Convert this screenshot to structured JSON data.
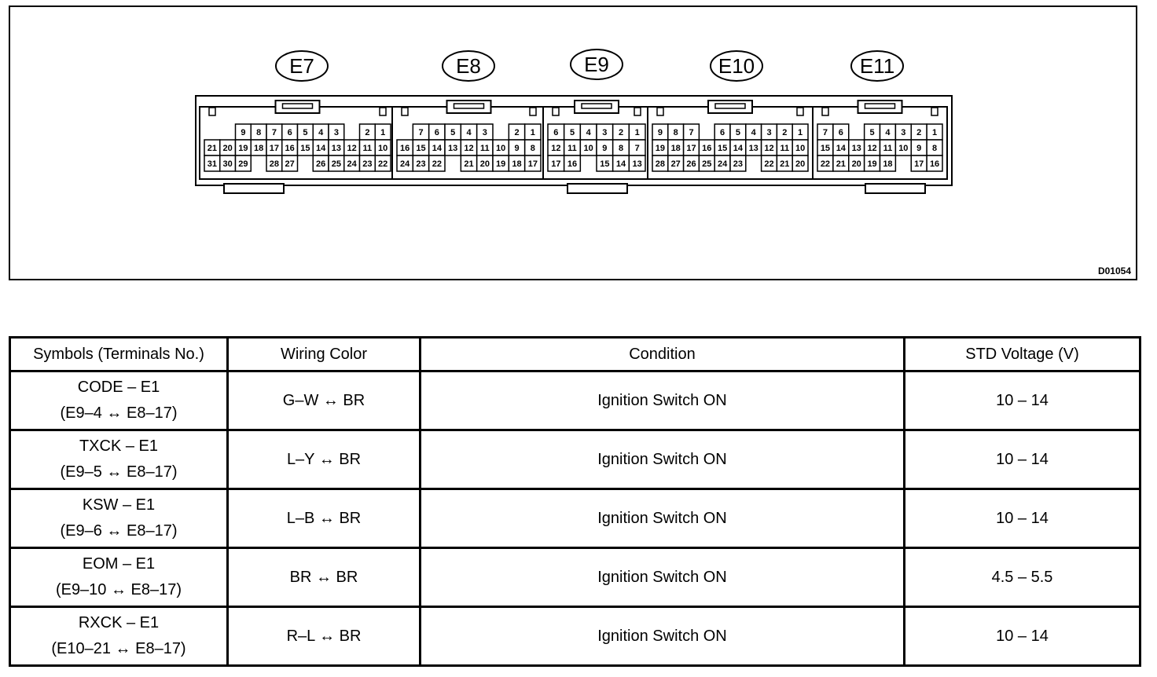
{
  "diagram": {
    "figure_code": "D01054",
    "connectors": [
      {
        "label": "E7",
        "rows": [
          [
            "9",
            "8",
            "7",
            "6",
            "5",
            "4",
            "3",
            "",
            "2",
            "1"
          ],
          [
            "21",
            "20",
            "19",
            "18",
            "17",
            "16",
            "15",
            "14",
            "13",
            "12",
            "11",
            "10"
          ],
          [
            "31",
            "30",
            "29",
            "",
            "28",
            "27",
            "",
            "26",
            "25",
            "24",
            "23",
            "22"
          ]
        ]
      },
      {
        "label": "E8",
        "rows": [
          [
            "7",
            "6",
            "5",
            "4",
            "3",
            "",
            "2",
            "1"
          ],
          [
            "16",
            "15",
            "14",
            "13",
            "12",
            "11",
            "10",
            "9",
            "8"
          ],
          [
            "24",
            "23",
            "22",
            "",
            "21",
            "20",
            "19",
            "18",
            "17"
          ]
        ]
      },
      {
        "label": "E9",
        "rows": [
          [
            "6",
            "5",
            "4",
            "3",
            "2",
            "1"
          ],
          [
            "12",
            "11",
            "10",
            "9",
            "8",
            "7"
          ],
          [
            "17",
            "16",
            "",
            "15",
            "14",
            "13"
          ]
        ]
      },
      {
        "label": "E10",
        "rows": [
          [
            "9",
            "8",
            "7",
            "",
            "6",
            "5",
            "4",
            "3",
            "2",
            "1"
          ],
          [
            "19",
            "18",
            "17",
            "16",
            "15",
            "14",
            "13",
            "12",
            "11",
            "10"
          ],
          [
            "28",
            "27",
            "26",
            "25",
            "24",
            "23",
            "",
            "22",
            "21",
            "20"
          ]
        ]
      },
      {
        "label": "E11",
        "rows": [
          [
            "7",
            "6",
            "",
            "5",
            "4",
            "3",
            "2",
            "1"
          ],
          [
            "15",
            "14",
            "13",
            "12",
            "11",
            "10",
            "9",
            "8"
          ],
          [
            "22",
            "21",
            "20",
            "19",
            "18",
            "",
            "17",
            "16"
          ]
        ]
      }
    ]
  },
  "table": {
    "headers": [
      "Symbols (Terminals No.)",
      "Wiring Color",
      "Condition",
      "STD Voltage (V)"
    ],
    "rows": [
      {
        "symbol": "CODE – E1",
        "terminals": "(E9–4 ↔ E8–17)",
        "wiring": "G–W ↔ BR",
        "condition": "Ignition Switch ON",
        "voltage": "10 – 14"
      },
      {
        "symbol": "TXCK – E1",
        "terminals": "(E9–5 ↔ E8–17)",
        "wiring": "L–Y ↔ BR",
        "condition": "Ignition Switch ON",
        "voltage": "10 – 14"
      },
      {
        "symbol": "KSW – E1",
        "terminals": "(E9–6 ↔ E8–17)",
        "wiring": "L–B ↔ BR",
        "condition": "Ignition Switch ON",
        "voltage": "10 – 14"
      },
      {
        "symbol": "EOM – E1",
        "terminals": "(E9–10 ↔ E8–17)",
        "wiring": "BR ↔ BR",
        "condition": "Ignition Switch ON",
        "voltage": "4.5 – 5.5"
      },
      {
        "symbol": "RXCK – E1",
        "terminals": "(E10–21 ↔ E8–17)",
        "wiring": "R–L ↔ BR",
        "condition": "Ignition Switch ON",
        "voltage": "10 – 14"
      }
    ]
  }
}
